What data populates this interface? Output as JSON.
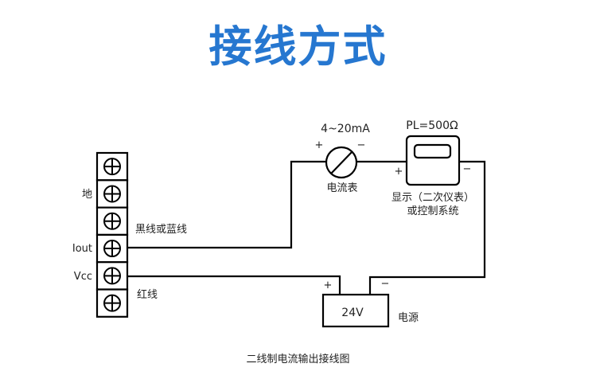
{
  "title": "接线方式",
  "colors": {
    "title": "#2677d0",
    "line": "#000000",
    "text": "#222222"
  },
  "terminal_block": {
    "terminal_count": 6,
    "terminal_icon": "screw-cross-icon",
    "side_labels": [
      {
        "terminal_index": 1,
        "text": "地"
      },
      {
        "terminal_index": 3,
        "text": "Iout"
      },
      {
        "terminal_index": 4,
        "text": "Vcc"
      }
    ],
    "wire_labels": [
      {
        "text": "黑线或蓝线"
      },
      {
        "text": "红线"
      }
    ]
  },
  "ammeter": {
    "range_label": "4~20mA",
    "plus": "+",
    "minus": "−",
    "name": "电流表",
    "icon": "ammeter-icon"
  },
  "display_meter": {
    "load_label": "PL=500Ω",
    "plus": "+",
    "minus": "−",
    "name_line1": "显示（二次仪表）",
    "name_line2": "或控制系统",
    "icon": "display-meter-icon"
  },
  "power_supply": {
    "voltage": "24V",
    "plus": "+",
    "minus": "−",
    "name": "电源"
  },
  "caption": "二线制电流输出接线图"
}
